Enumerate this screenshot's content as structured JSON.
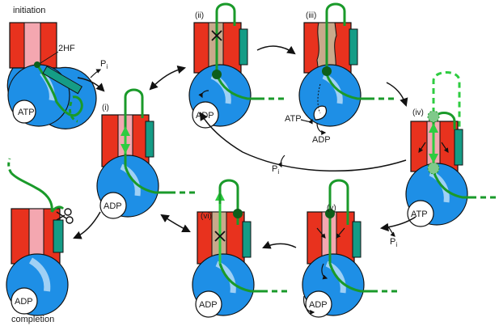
{
  "labels": {
    "initiation": "initiation",
    "completion": "completion",
    "two_hf": "2HF",
    "pi": "P",
    "pi_sub": "i",
    "atp": "ATP",
    "adp": "ADP"
  },
  "states": [
    {
      "id": "i",
      "label": "(i)",
      "nucleotide": "ADP"
    },
    {
      "id": "ii",
      "label": "(ii)",
      "nucleotide": "ADP"
    },
    {
      "id": "iii",
      "label": "(iii)",
      "nucleotide": ""
    },
    {
      "id": "iv",
      "label": "(iv)",
      "nucleotide": "ATP"
    },
    {
      "id": "v",
      "label": "(v)",
      "nucleotide": "ADP"
    },
    {
      "id": "vi",
      "label": "(vi)",
      "nucleotide": "ADP"
    }
  ],
  "colors": {
    "channel_red": "#e8321e",
    "pore_pink": "#f4a7b0",
    "pore_tan": "#c9a98c",
    "nbd_blue": "#1e8fe6",
    "nbd_light": "#9fd0f5",
    "helix_teal": "#159c86",
    "strand_green": "#1a9a2a",
    "strand_bright": "#2ecc40",
    "dark_green": "#0d5e1a",
    "arrow_black": "#111111"
  }
}
